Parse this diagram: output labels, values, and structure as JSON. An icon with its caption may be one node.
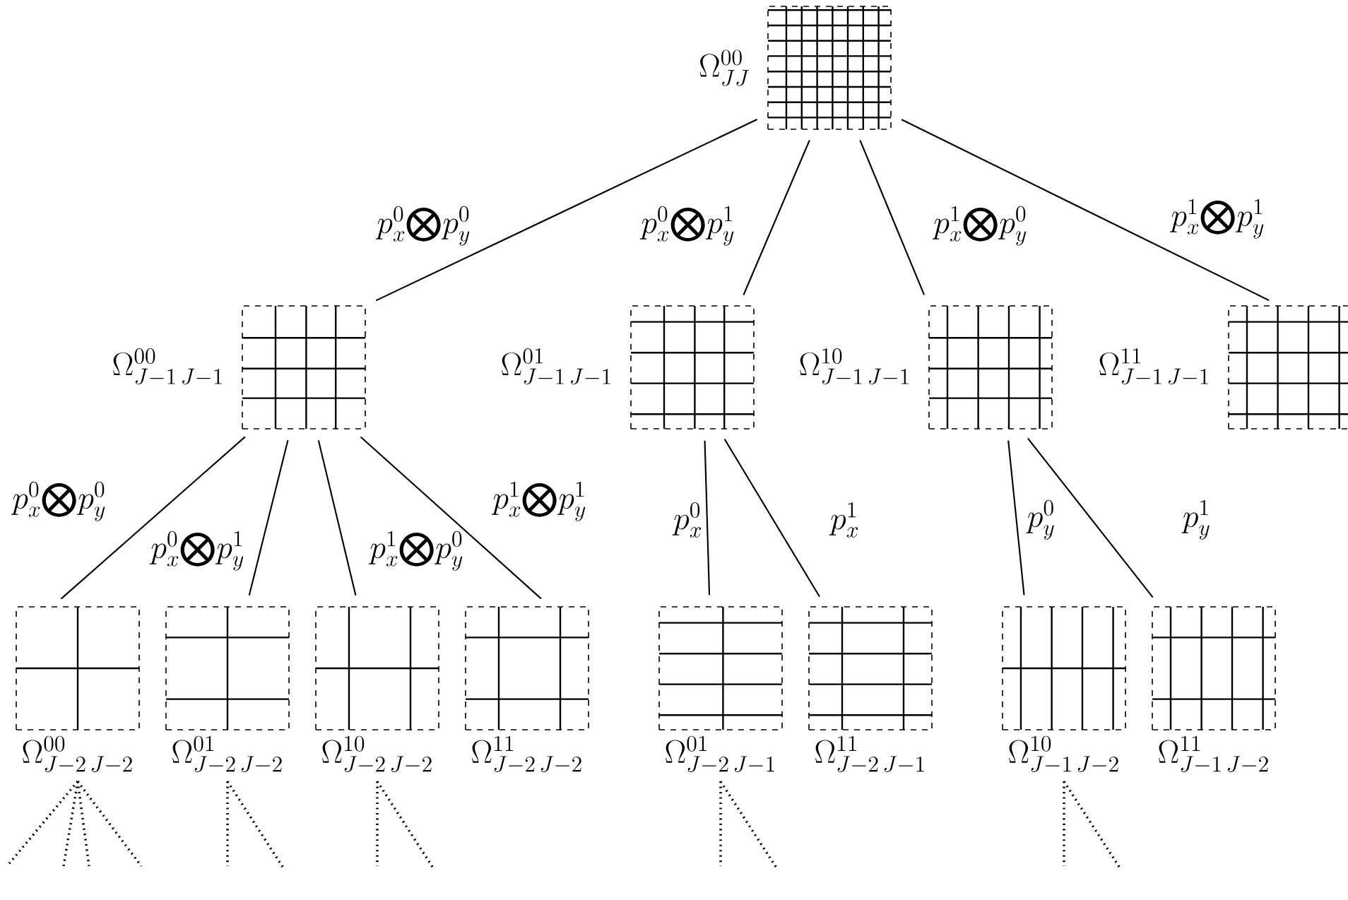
{
  "diagram": {
    "nodes": [
      {
        "text": [
          "\\Omega^{00}_{JJ}"
        ]
      },
      {
        "text": [
          "\\Omega^{00}_{J-1\\,J-1}"
        ]
      },
      {
        "text": [
          "\\Omega^{01}_{J-1\\,J-1}"
        ]
      },
      {
        "text": [
          "\\Omega^{10}_{J-1\\,J-1}"
        ]
      },
      {
        "text": [
          "\\Omega^{11}_{J-1\\,J-1}"
        ]
      },
      {
        "text": [
          "\\Omega^{00}_{J-2\\,J-2}"
        ]
      },
      {
        "text": [
          "\\Omega^{01}_{J-2\\,J-2}"
        ]
      },
      {
        "text": [
          "\\Omega^{10}_{J-2\\,J-2}"
        ]
      },
      {
        "text": [
          "\\Omega^{11}_{J-2\\,J-2}"
        ]
      },
      {
        "text": [
          "\\Omega^{01}_{J-2\\,J-1}"
        ]
      },
      {
        "text": [
          "\\Omega^{11}_{J-2\\,J-1}"
        ]
      },
      {
        "text": [
          "\\Omega^{10}_{J-1\\,J-2}"
        ]
      },
      {
        "text": [
          "\\Omega^{11}_{J-1\\,J-2}"
        ]
      }
    ],
    "edges": [
      {
        "from": 0,
        "to": 1,
        "arrow": "none",
        "label": "p_x^0{\\pmb{\\bigotimes}}p_y^0"
      },
      {
        "from": 0,
        "to": 2,
        "arrow": "none",
        "label": "p_x^0{\\pmb{\\bigotimes}}p_y^1"
      },
      {
        "from": 0,
        "to": 3,
        "arrow": "none",
        "label": "p_x^1{\\pmb{\\bigotimes}}p_y^0"
      },
      {
        "from": 0,
        "to": 4,
        "arrow": "none",
        "label": "p_x^1{\\pmb{\\bigotimes}}p_y^1"
      },
      {
        "from": 1,
        "to": 5,
        "arrow": "none",
        "label": "p_x^0{\\pmb{\\bigotimes}}p_y^0"
      },
      {
        "from": 1,
        "to": 6,
        "arrow": "none",
        "label": "p_x^0{\\pmb{\\bigotimes}}p_y^1"
      },
      {
        "from": 1,
        "to": 7,
        "arrow": "none",
        "label": "p_x^1{\\pmb{\\bigotimes}}p_y^0"
      },
      {
        "from": 1,
        "to": 8,
        "arrow": "none",
        "label": "p_x^1{\\pmb{\\bigotimes}}p_y^1"
      },
      {
        "from": 2,
        "to": 9,
        "arrow": "none",
        "label": "p_x^0"
      },
      {
        "from": 2,
        "to": 10,
        "arrow": "none",
        "label": "p_x^1"
      },
      {
        "from": 3,
        "to": 11,
        "arrow": "none",
        "label": "p_y^0"
      },
      {
        "from": 3,
        "to": 12,
        "arrow": "none",
        "label": "p_y^1"
      },
      {
        "from": 5,
        "to": null,
        "arrow": "none",
        "style": "dashed"
      },
      {
        "from": 5,
        "to": null,
        "arrow": "none",
        "style": "dashed"
      },
      {
        "from": 5,
        "to": null,
        "arrow": "none",
        "style": "dashed"
      },
      {
        "from": 5,
        "to": null,
        "arrow": "none",
        "style": "dashed"
      },
      {
        "from": 6,
        "to": null,
        "arrow": "none",
        "style": "dashed"
      },
      {
        "from": 6,
        "to": null,
        "arrow": "none",
        "style": "dashed"
      },
      {
        "from": 7,
        "to": null,
        "arrow": "none",
        "style": "dashed"
      },
      {
        "from": 7,
        "to": null,
        "arrow": "none",
        "style": "dashed"
      },
      {
        "from": 9,
        "to": null,
        "arrow": "none",
        "style": "dashed"
      },
      {
        "from": 9,
        "to": null,
        "arrow": "none",
        "style": "dashed"
      },
      {
        "from": 11,
        "to": null,
        "arrow": "none",
        "style": "dashed"
      },
      {
        "from": 11,
        "to": null,
        "arrow": "none",
        "style": "dashed"
      }
    ]
  }
}
